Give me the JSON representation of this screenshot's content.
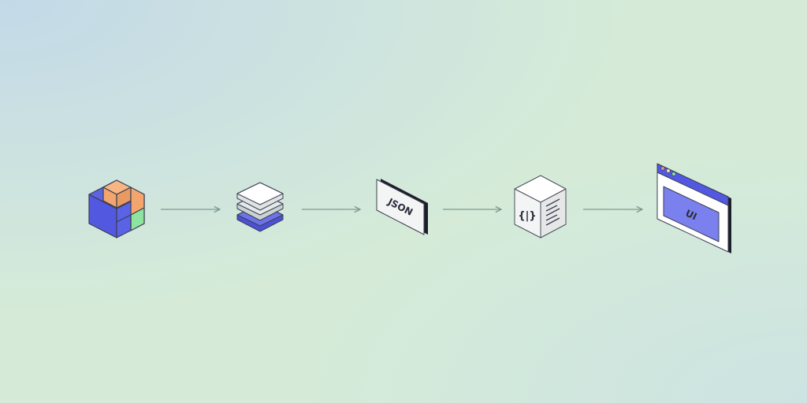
{
  "diagram": {
    "steps": [
      {
        "name": "blocks",
        "icon": "colored-blocks-cube-icon"
      },
      {
        "name": "layers",
        "icon": "layer-stack-icon"
      },
      {
        "name": "json",
        "icon": "json-card-icon",
        "label": "JSON"
      },
      {
        "name": "code",
        "icon": "code-box-icon",
        "label": "{|}"
      },
      {
        "name": "ui",
        "icon": "browser-window-icon",
        "label": "UI"
      }
    ],
    "colors": {
      "indigo": "#5258e0",
      "orange": "#f2a66e",
      "green": "#8fe3a0",
      "arrow": "#7e9a90",
      "outline": "#3b3f52"
    }
  }
}
